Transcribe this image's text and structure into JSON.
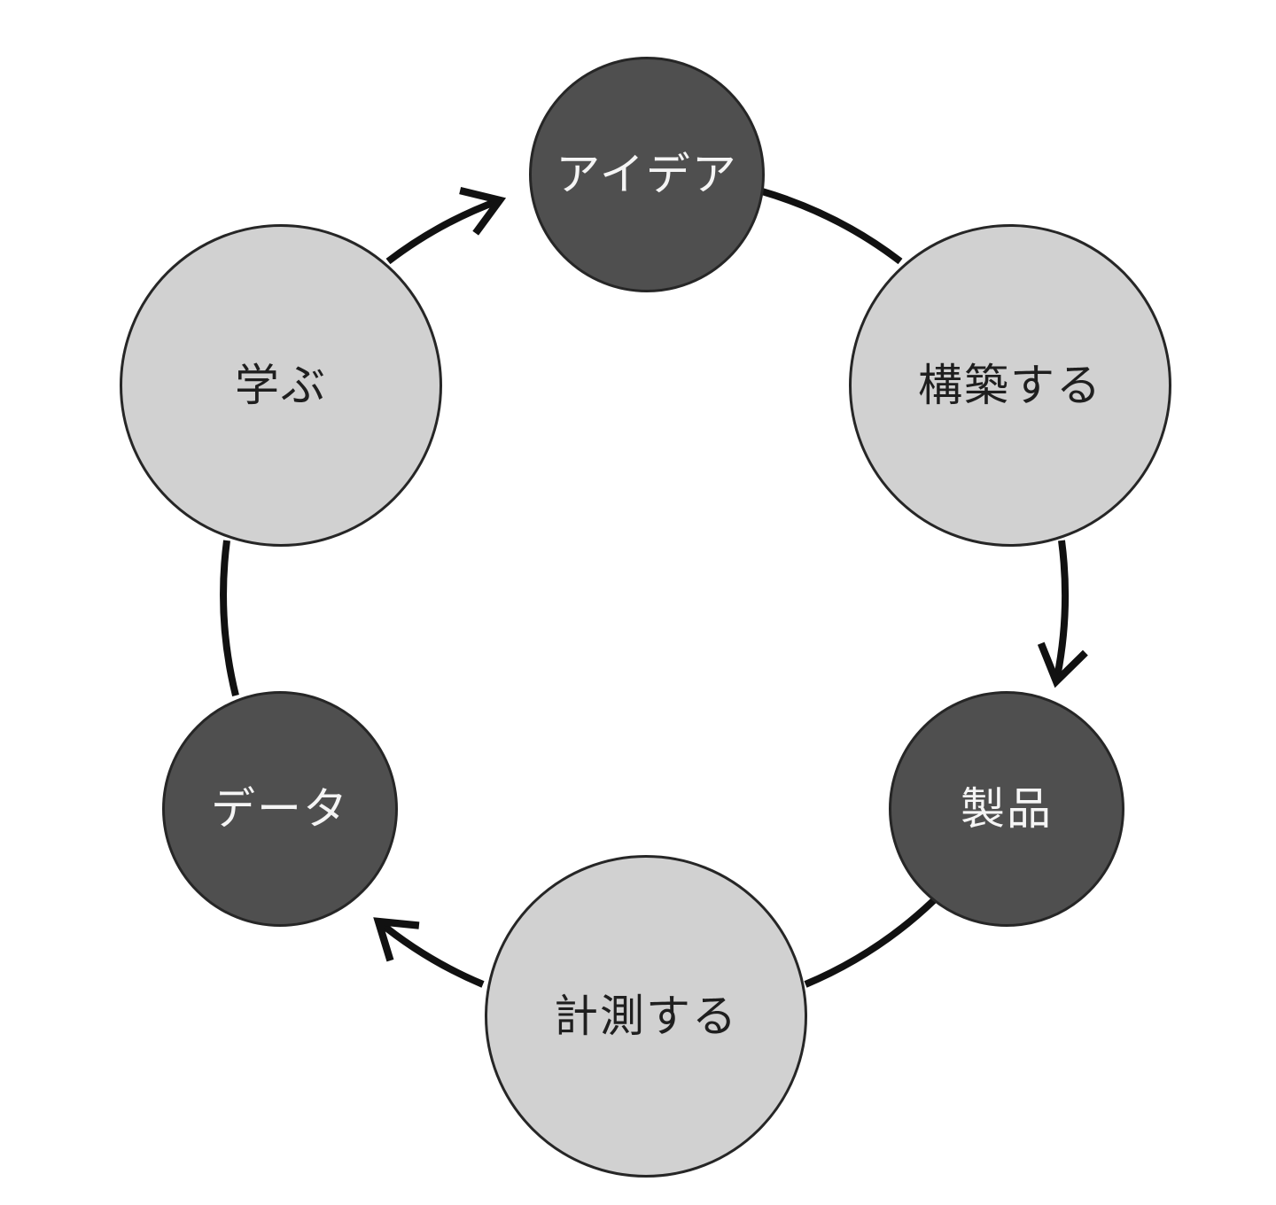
{
  "nodes": [
    {
      "id": "ideas",
      "label": "アイデア",
      "variant": "dark",
      "position": "top"
    },
    {
      "id": "build",
      "label": "構築する",
      "variant": "light",
      "position": "upper-right"
    },
    {
      "id": "product",
      "label": "製品",
      "variant": "dark",
      "position": "lower-right"
    },
    {
      "id": "measure",
      "label": "計測する",
      "variant": "light",
      "position": "bottom"
    },
    {
      "id": "data",
      "label": "データ",
      "variant": "dark",
      "position": "lower-left"
    },
    {
      "id": "learn",
      "label": "学ぶ",
      "variant": "light",
      "position": "upper-left"
    }
  ],
  "edges": [
    {
      "from": "learn",
      "to": "ideas",
      "arrowhead": true
    },
    {
      "from": "ideas",
      "to": "build",
      "arrowhead": false
    },
    {
      "from": "build",
      "to": "product",
      "arrowhead": true
    },
    {
      "from": "product",
      "to": "measure",
      "arrowhead": false
    },
    {
      "from": "measure",
      "to": "data",
      "arrowhead": true
    },
    {
      "from": "data",
      "to": "learn",
      "arrowhead": false
    }
  ],
  "colors": {
    "background": "#ffffff",
    "node-dark": "#4f4f4f",
    "node-light": "#d1d1d1",
    "node-dark-text": "#f5f5f5",
    "node-light-text": "#1f1f1f",
    "stroke": "#262626",
    "arrow": "#111111"
  }
}
